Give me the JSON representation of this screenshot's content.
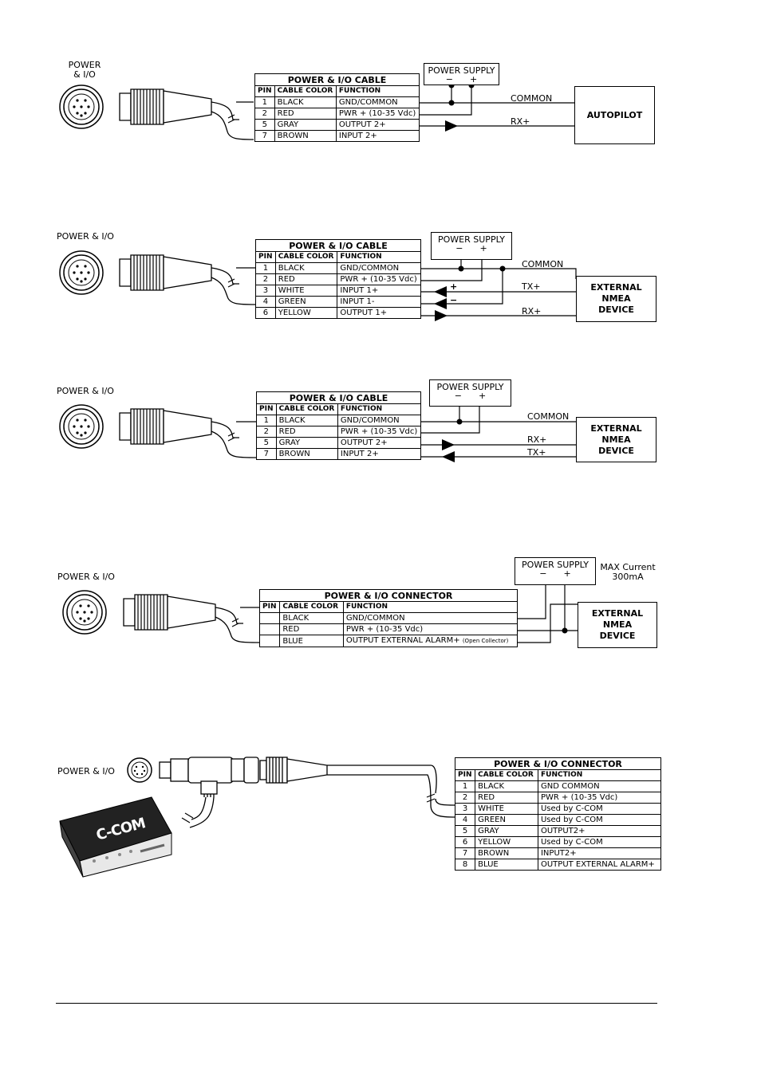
{
  "diagram1": {
    "connector_label_line1": "POWER",
    "connector_label_line2": "& I/O",
    "table_title": "POWER & I/O CABLE",
    "headers": [
      "PIN",
      "CABLE COLOR",
      "FUNCTION"
    ],
    "rows": [
      {
        "pin": "1",
        "color": "BLACK",
        "function": "GND/COMMON"
      },
      {
        "pin": "2",
        "color": "RED",
        "function": "PWR + (10-35 Vdc)"
      },
      {
        "pin": "5",
        "color": "GRAY",
        "function": "OUTPUT 2+"
      },
      {
        "pin": "7",
        "color": "BROWN",
        "function": "INPUT 2+"
      }
    ],
    "power_supply": "POWER SUPPLY",
    "minus": "−",
    "plus": "+",
    "wire_common": "COMMON",
    "wire_rx": "RX+",
    "device": "AUTOPILOT"
  },
  "diagram2": {
    "connector_label": "POWER & I/O",
    "table_title": "POWER & I/O CABLE",
    "headers": [
      "PIN",
      "CABLE COLOR",
      "FUNCTION"
    ],
    "rows": [
      {
        "pin": "1",
        "color": "BLACK",
        "function": "GND/COMMON"
      },
      {
        "pin": "2",
        "color": "RED",
        "function": "PWR + (10-35 Vdc)"
      },
      {
        "pin": "3",
        "color": "WHITE",
        "function": "INPUT 1+"
      },
      {
        "pin": "4",
        "color": "GREEN",
        "function": "INPUT 1-"
      },
      {
        "pin": "6",
        "color": "YELLOW",
        "function": "OUTPUT 1+"
      }
    ],
    "power_supply": "POWER SUPPLY",
    "minus": "−",
    "plus": "+",
    "wire_common": "COMMON",
    "wire_tx": "TX+",
    "wire_rx": "RX+",
    "pol_plus": "+",
    "pol_minus": "−",
    "device_line1": "EXTERNAL",
    "device_line2": "NMEA",
    "device_line3": "DEVICE"
  },
  "diagram3": {
    "connector_label": "POWER & I/O",
    "table_title": "POWER & I/O CABLE",
    "headers": [
      "PIN",
      "CABLE COLOR",
      "FUNCTION"
    ],
    "rows": [
      {
        "pin": "1",
        "color": "BLACK",
        "function": "GND/COMMON"
      },
      {
        "pin": "2",
        "color": "RED",
        "function": "PWR + (10-35 Vdc)"
      },
      {
        "pin": "5",
        "color": "GRAY",
        "function": "OUTPUT 2+"
      },
      {
        "pin": "7",
        "color": "BROWN",
        "function": "INPUT 2+"
      }
    ],
    "power_supply": "POWER SUPPLY",
    "minus": "−",
    "plus": "+",
    "wire_common": "COMMON",
    "wire_rx": "RX+",
    "wire_tx": "TX+",
    "device_line1": "EXTERNAL",
    "device_line2": "NMEA",
    "device_line3": "DEVICE"
  },
  "diagram4": {
    "connector_label": "POWER & I/O",
    "table_title": "POWER & I/O CONNECTOR",
    "headers": [
      "PIN",
      "CABLE COLOR",
      "FUNCTION"
    ],
    "rows": [
      {
        "pin": "",
        "color": "BLACK",
        "function": "GND/COMMON"
      },
      {
        "pin": "",
        "color": "RED",
        "function": "PWR + (10-35 Vdc)"
      },
      {
        "pin": "",
        "color": "BLUE",
        "function": "OUTPUT EXTERNAL ALARM+"
      }
    ],
    "alarm_note": "(Open Collector)",
    "power_supply": "POWER SUPPLY",
    "minus": "−",
    "plus": "+",
    "max_current_line1": "MAX Current",
    "max_current_line2": "300mA",
    "device_line1": "EXTERNAL",
    "device_line2": "NMEA",
    "device_line3": "DEVICE"
  },
  "diagram5": {
    "connector_label": "POWER & I/O",
    "table_title": "POWER & I/O CONNECTOR",
    "headers": [
      "PIN",
      "CABLE COLOR",
      "FUNCTION"
    ],
    "rows": [
      {
        "pin": "1",
        "color": "BLACK",
        "function": "GND COMMON"
      },
      {
        "pin": "2",
        "color": "RED",
        "function": "PWR + (10-35 Vdc)"
      },
      {
        "pin": "3",
        "color": "WHITE",
        "function": "Used by C-COM"
      },
      {
        "pin": "4",
        "color": "GREEN",
        "function": "Used by C-COM"
      },
      {
        "pin": "5",
        "color": "GRAY",
        "function": "OUTPUT2+"
      },
      {
        "pin": "6",
        "color": "YELLOW",
        "function": "Used by C-COM"
      },
      {
        "pin": "7",
        "color": "BROWN",
        "function": "INPUT2+"
      },
      {
        "pin": "8",
        "color": "BLUE",
        "function": "OUTPUT EXTERNAL ALARM+"
      }
    ],
    "device_label": "C-COM"
  }
}
